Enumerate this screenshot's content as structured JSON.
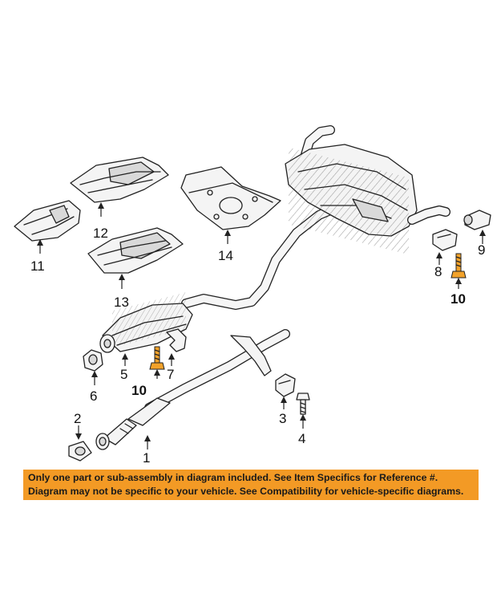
{
  "callouts": {
    "c1": "1",
    "c2": "2",
    "c3": "3",
    "c4": "4",
    "c5": "5",
    "c6": "6",
    "c7": "7",
    "c8": "8",
    "c9": "9",
    "c10a": "10",
    "c10b": "10",
    "c11": "11",
    "c12": "12",
    "c13": "13",
    "c14": "14"
  },
  "notice": {
    "line1": "Only one part or sub-assembly in diagram included. See Item Specifics for Reference #.",
    "line2": "Diagram may not be specific to your vehicle. See Compatibility for vehicle-specific diagrams.",
    "background": "#f39a25"
  },
  "colors": {
    "bolt_highlight": "#f2a22a"
  }
}
